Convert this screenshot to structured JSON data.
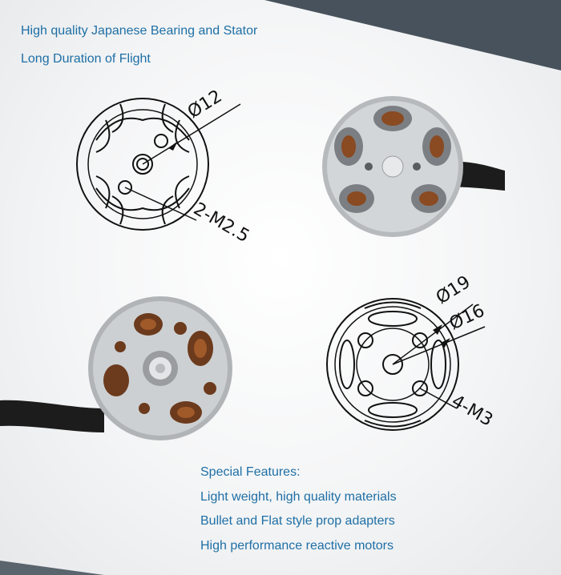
{
  "headlines": [
    "High quality Japanese Bearing and Stator",
    "Long Duration of Flight"
  ],
  "features": {
    "title": "Special Features:",
    "items": [
      "Light weight, high quality materials",
      "Bullet and Flat style prop adapters",
      "High performance reactive motors"
    ]
  },
  "top_drawing": {
    "diameter_label": "Ø12",
    "hole_label": "2-M2.5"
  },
  "bottom_drawing": {
    "outer_diameter_label": "Ø19",
    "inner_diameter_label": "Ø16",
    "hole_label": "4-M3"
  },
  "colors": {
    "text_blue": "#1e6fa6",
    "corner_band": "#47525c",
    "motor_silver": "#c9cccf",
    "coil_copper": "#8a4a22",
    "cable_black": "#1c1c1c"
  },
  "icons": [
    "motor-top-view-photo",
    "motor-bottom-view-photo",
    "top-technical-drawing",
    "bottom-technical-drawing"
  ]
}
